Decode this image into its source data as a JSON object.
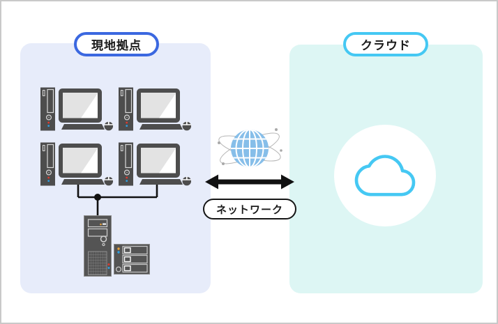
{
  "diagram_title": "on-premises to cloud network diagram",
  "panels": {
    "onsite": {
      "label": "現地拠点",
      "border_color": "#3b68e0",
      "bg_color": "#e7ecfa"
    },
    "cloud": {
      "label": "クラウド",
      "border_color": "#45c8f3",
      "bg_color": "#ddf6f4"
    }
  },
  "connector": {
    "label": "ネットワーク",
    "arrow_color": "#111111",
    "arrow_direction": "bidirectional"
  },
  "icons": {
    "onsite_computers": {
      "name": "desktop-computer-icon",
      "count": 4,
      "color": "#4d4d4d"
    },
    "tower_server": {
      "name": "tower-server-icon",
      "color": "#545454"
    },
    "rack_server": {
      "name": "rack-server-icon",
      "color": "#545454"
    },
    "globe": {
      "name": "globe-network-icon",
      "sphere_color": "#86bee9",
      "orbit_color": "#b5b5b5"
    },
    "cloud": {
      "name": "cloud-icon",
      "stroke_color": "#45c8f3",
      "backdrop": "white-circle"
    }
  },
  "colors": {
    "canvas_border": "#c9c9c9",
    "icon_dark_gray": "#4d4d4d",
    "status_red": "#e03a2f",
    "status_blue": "#2f9fe0",
    "status_orange": "#e8a13a"
  }
}
